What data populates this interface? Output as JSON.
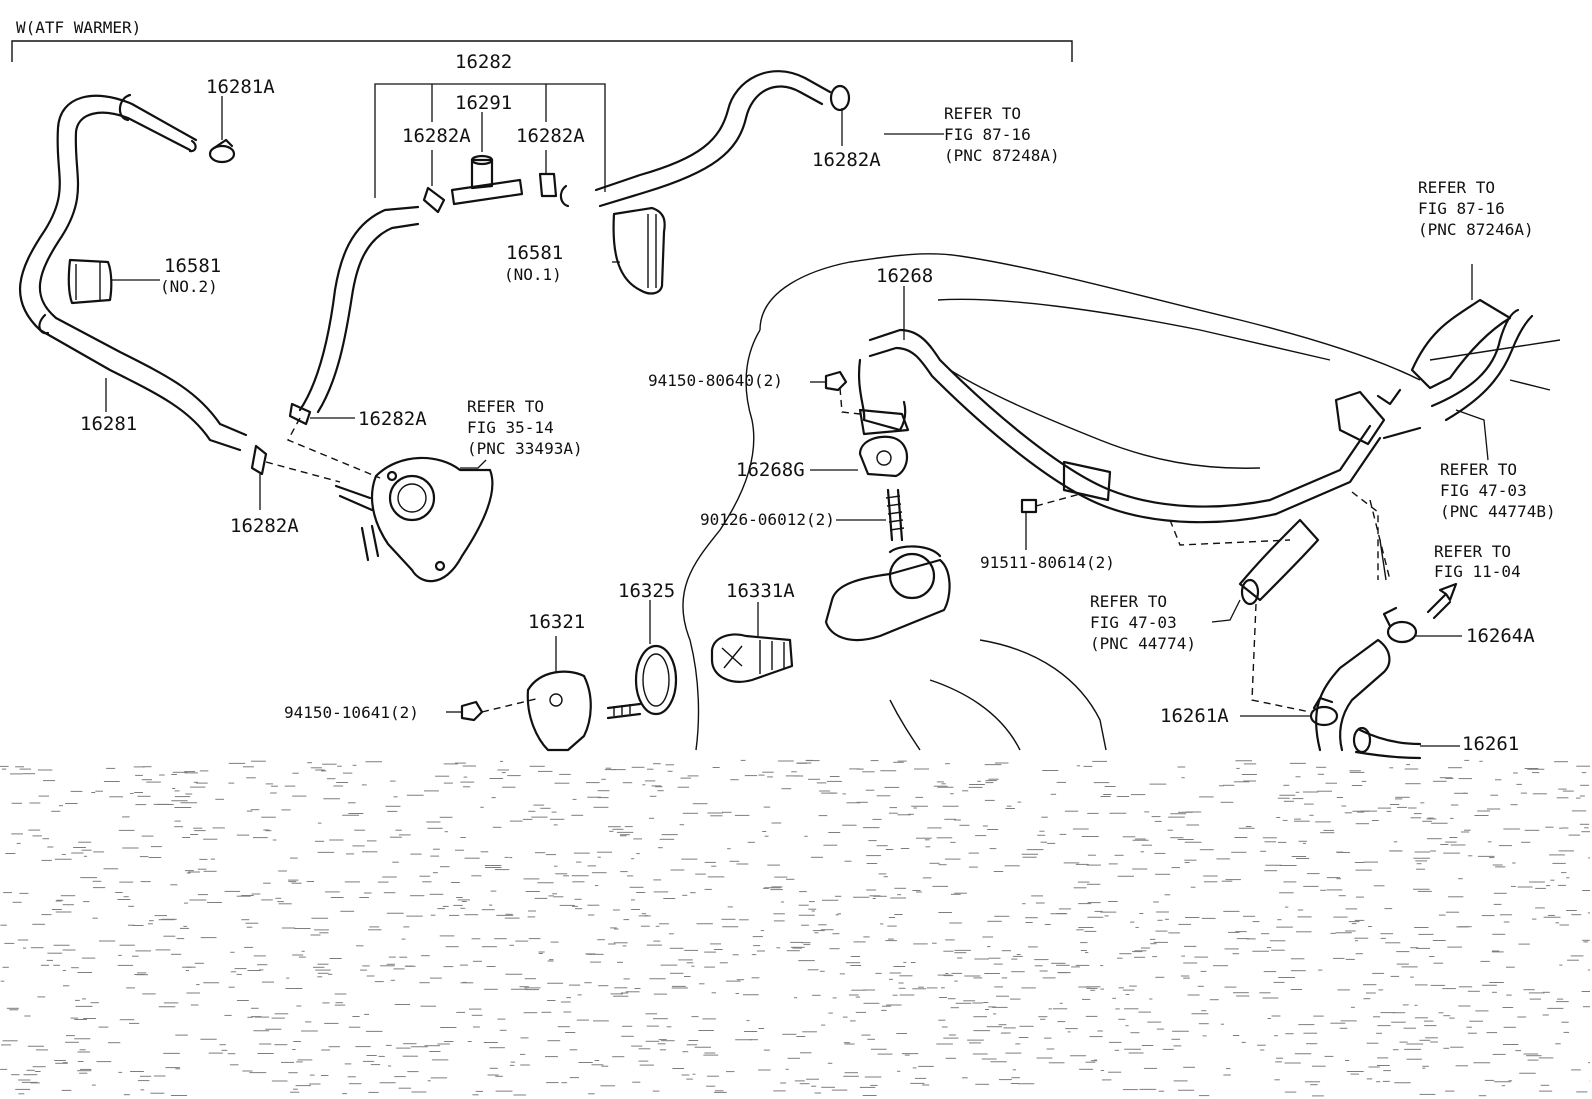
{
  "header": {
    "title": "W(ATF WARMER)"
  },
  "labels": {
    "p16282": "16282",
    "p16291": "16291",
    "p16281A": "16281A",
    "p16282A_a": "16282A",
    "p16282A_b": "16282A",
    "p16282A_c": "16282A",
    "p16282A_d": "16282A",
    "p16282A_e": "16282A",
    "p16581_no2": "16581",
    "p16581_no2_sub": "(NO.2)",
    "p16581_no1": "16581",
    "p16581_no1_sub": "(NO.1)",
    "p16281": "16281",
    "p16268": "16268",
    "p94150_80640": "94150-80640(2)",
    "p16268G": "16268G",
    "p90126_06012": "90126-06012(2)",
    "p91511_80614": "91511-80614(2)",
    "p16325": "16325",
    "p16331A": "16331A",
    "p16321": "16321",
    "p94150_10641": "94150-10641(2)",
    "p16264A": "16264A",
    "p16261A": "16261A",
    "p16261": "16261"
  },
  "refs": {
    "r87_16a": {
      "line1": "REFER TO",
      "line2": "FIG 87-16",
      "line3": "(PNC 87248A)"
    },
    "r35_14": {
      "line1": "REFER TO",
      "line2": "FIG 35-14",
      "line3": "(PNC 33493A)"
    },
    "r87_16b": {
      "line1": "REFER TO",
      "line2": "FIG 87-16",
      "line3": "(PNC 87246A)"
    },
    "r47_03a": {
      "line1": "REFER TO",
      "line2": "FIG 47-03",
      "line3": "(PNC 44774B)"
    },
    "r11_04": {
      "line1": "REFER TO",
      "line2": "FIG 11-04"
    },
    "r47_03b": {
      "line1": "REFER TO",
      "line2": "FIG 47-03",
      "line3": "(PNC 44774)"
    }
  }
}
